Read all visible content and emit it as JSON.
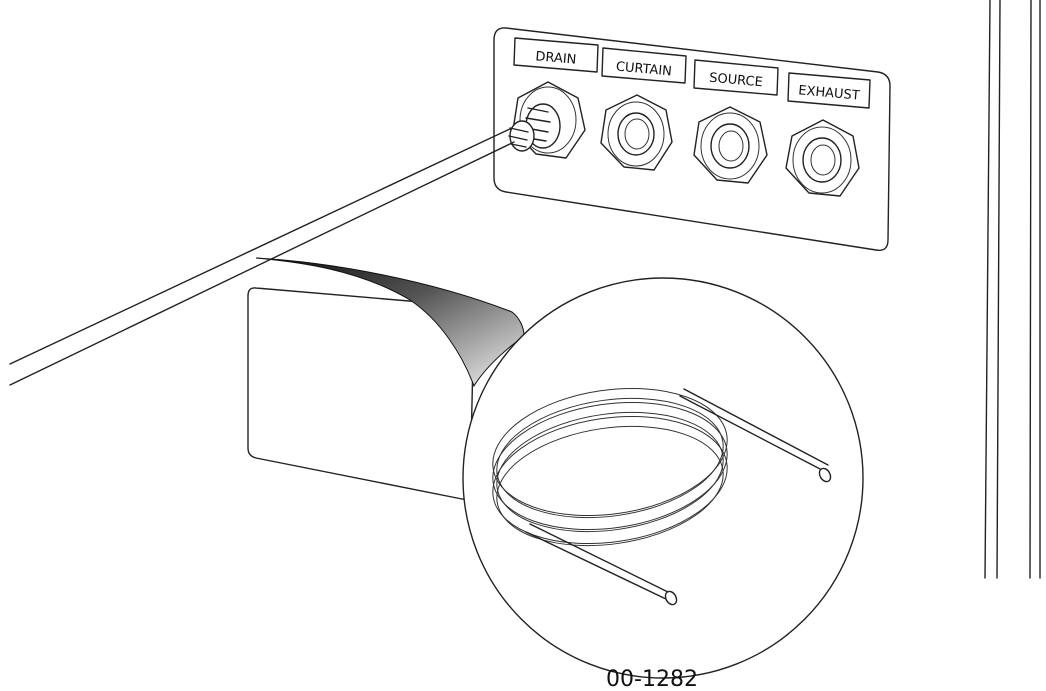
{
  "panel": {
    "ports": [
      {
        "label": "DRAIN"
      },
      {
        "label": "CURTAIN"
      },
      {
        "label": "SOURCE"
      },
      {
        "label": "EXHAUST"
      }
    ]
  },
  "figure_number": "00-1282",
  "colors": {
    "line": "#222222",
    "background": "#ffffff",
    "callout_dark": "#111111"
  }
}
